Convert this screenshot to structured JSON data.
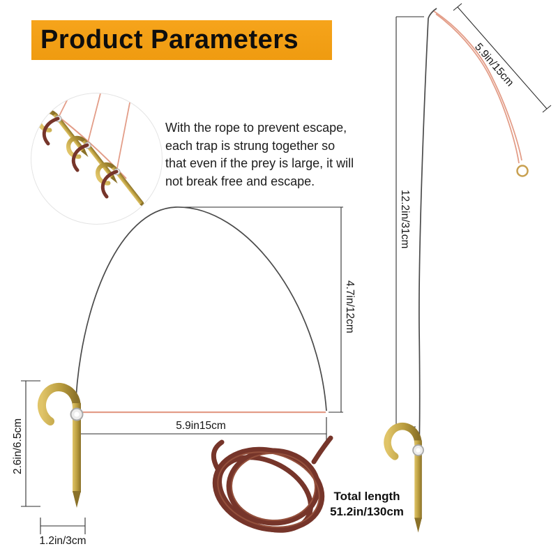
{
  "banner": {
    "title": "Product Parameters"
  },
  "description": {
    "text": "With the rope to prevent escape, each trap is strung together so that even if the prey is large, it will not break free and escape."
  },
  "arch": {
    "height_label": "4.7in/12cm",
    "width_label": "5.9in15cm"
  },
  "stake": {
    "height_label": "2.6in/6.5cm",
    "width_label": "1.2in/3cm"
  },
  "full_trap": {
    "length_label": "12.2in/31cm",
    "rope_label": "5.9in/15cm"
  },
  "total_length": {
    "label": "Total length",
    "value": "51.2in/130cm"
  },
  "colors": {
    "banner": "#F6A41B",
    "brass": "#C2A143",
    "rope": "#E39D88",
    "cord": "#76352A",
    "wire": "#4A4A4A",
    "dim": "#2E2E2E"
  }
}
